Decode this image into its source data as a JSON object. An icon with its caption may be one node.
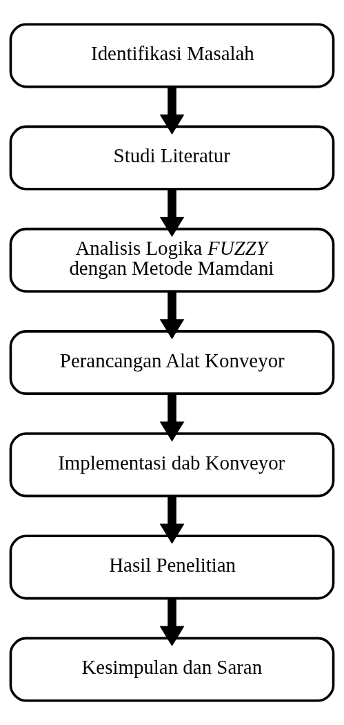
{
  "diagram": {
    "nodes": [
      {
        "text": [
          "Identifikasi Masalah"
        ]
      },
      {
        "text": [
          "Studi Literatur"
        ]
      },
      {
        "text": [
          "Analisis Logika *FUZZY* dengan Metode Mamdani"
        ]
      },
      {
        "text": [
          "Perancangan Alat Konveyor"
        ]
      },
      {
        "text": [
          "Implementasi dab Konveyor"
        ]
      },
      {
        "text": [
          "Hasil Penelitian"
        ]
      },
      {
        "text": [
          "Kesimpulan dan Saran"
        ]
      }
    ],
    "edges": [
      {
        "from": 0,
        "to": 1,
        "arrow": "to"
      },
      {
        "from": 1,
        "to": 2,
        "arrow": "to"
      },
      {
        "from": 2,
        "to": 3,
        "arrow": "to"
      },
      {
        "from": 3,
        "to": 4,
        "arrow": "to"
      },
      {
        "from": 4,
        "to": 5,
        "arrow": "to"
      },
      {
        "from": 5,
        "to": 6,
        "arrow": "to"
      }
    ]
  }
}
